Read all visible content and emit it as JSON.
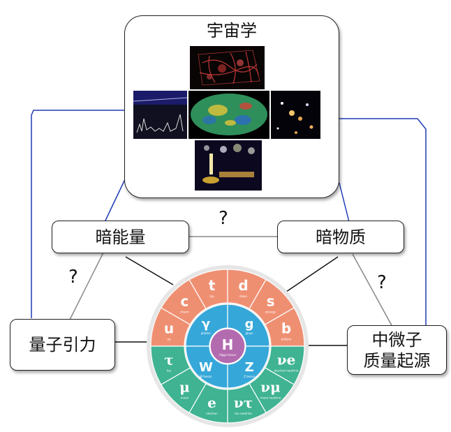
{
  "cosmology_title": "宇宙学",
  "dark_energy": "暗能量",
  "dark_matter": "暗物质",
  "quantum_gravity": "量子引力",
  "neutron_star_line1": "中微子",
  "neutron_star_line2": "质量起源",
  "question_marks": [
    "?",
    "?",
    "?"
  ],
  "particles": {
    "center": {
      "symbol": "H",
      "name": "Higgs boson"
    },
    "quarks": [
      {
        "symbol": "u",
        "name": "up"
      },
      {
        "symbol": "c",
        "name": "charm"
      },
      {
        "symbol": "t",
        "name": "top"
      },
      {
        "symbol": "d",
        "name": "down"
      },
      {
        "symbol": "s",
        "name": "strange"
      },
      {
        "symbol": "b",
        "name": "bottom"
      }
    ],
    "bosons": [
      {
        "symbol": "γ",
        "name": "photon"
      },
      {
        "symbol": "g",
        "name": "gluon"
      },
      {
        "symbol": "W",
        "name": "W boson"
      },
      {
        "symbol": "Z",
        "name": "Z boson"
      }
    ],
    "leptons": [
      {
        "symbol": "τ",
        "name": "tau"
      },
      {
        "symbol": "μ",
        "name": "muon"
      },
      {
        "symbol": "e",
        "name": "electron"
      },
      {
        "symbol": "ντ",
        "name": "tau neutrino"
      },
      {
        "symbol": "νμ",
        "name": "muon neutrino"
      },
      {
        "symbol": "νe",
        "name": "electron neutrino"
      }
    ]
  },
  "colors": {
    "blue_link": "#1f3bb3",
    "gray_link": "#777777",
    "quark_sector": "#ef8f72",
    "lepton_sector": "#3fb392",
    "boson_sector": "#36a7d9",
    "higgs": "#b36bb0"
  }
}
